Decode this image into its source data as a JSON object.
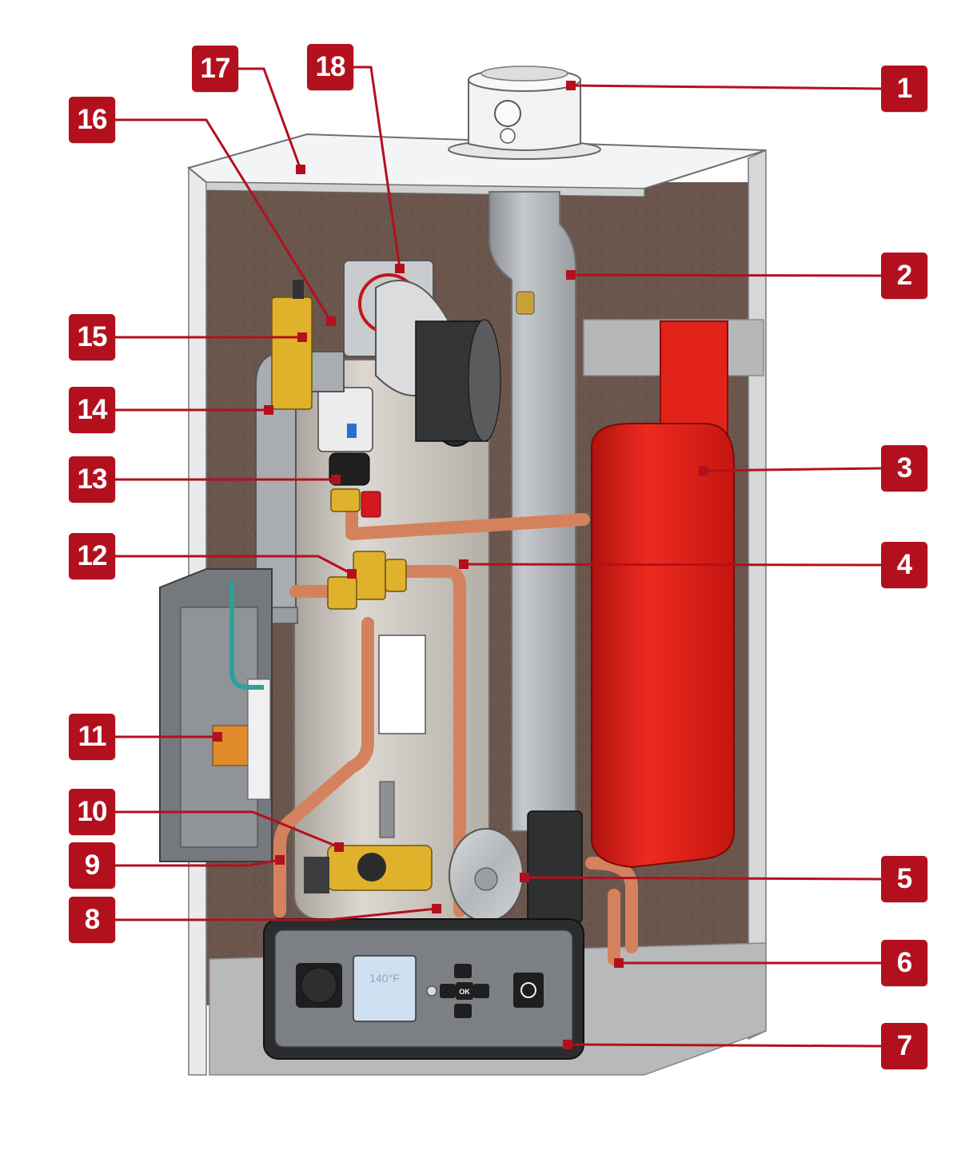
{
  "colors": {
    "callout": "#b3101e",
    "leader": "#b3101e",
    "cabinet_back": "#6a564c",
    "copper": "#d4825e",
    "tank": "#d2cdc5",
    "flue": "#b9bcbf",
    "expansion_vessel": "#e2231a",
    "brass": "#e0b12a"
  },
  "callouts": [
    {
      "id": "c1",
      "label": "1"
    },
    {
      "id": "c2",
      "label": "2"
    },
    {
      "id": "c3",
      "label": "3"
    },
    {
      "id": "c4",
      "label": "4"
    },
    {
      "id": "c5",
      "label": "5"
    },
    {
      "id": "c6",
      "label": "6"
    },
    {
      "id": "c7",
      "label": "7"
    },
    {
      "id": "c8",
      "label": "8"
    },
    {
      "id": "c9",
      "label": "9"
    },
    {
      "id": "c10",
      "label": "10"
    },
    {
      "id": "c11",
      "label": "11"
    },
    {
      "id": "c12",
      "label": "12"
    },
    {
      "id": "c13",
      "label": "13"
    },
    {
      "id": "c14",
      "label": "14"
    },
    {
      "id": "c15",
      "label": "15"
    },
    {
      "id": "c16",
      "label": "16"
    },
    {
      "id": "c17",
      "label": "17"
    },
    {
      "id": "c18",
      "label": "18"
    }
  ],
  "control_panel": {
    "display_temp": "140°F",
    "ok_label": "OK"
  }
}
